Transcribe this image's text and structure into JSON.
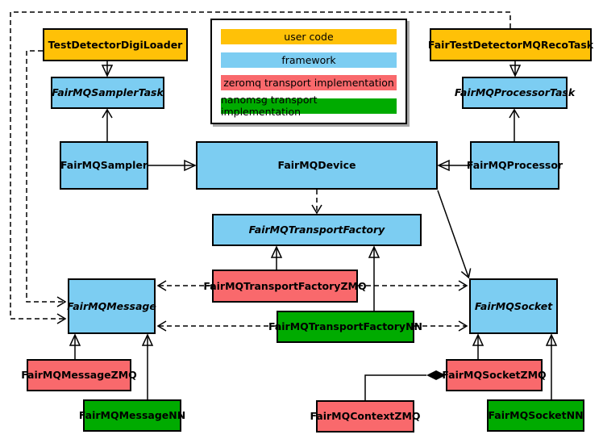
{
  "palette": {
    "user_code": "#FFC107",
    "framework": "#7CCDF2",
    "zeromq": "#F9696C",
    "nanomsg": "#00AB00",
    "line": "#000000",
    "canvas_background": "#FFFFFF"
  },
  "legend": {
    "items": [
      {
        "label": "user code",
        "layer": "user_code"
      },
      {
        "label": "framework",
        "layer": "framework"
      },
      {
        "label": "zeromq transport implementation",
        "layer": "zeromq"
      },
      {
        "label": "nanomsg transport implementation",
        "layer": "nanomsg"
      }
    ]
  },
  "nodes": {
    "digiloader": {
      "label": "TestDetectorDigiLoader",
      "layer": "user_code",
      "abstract": false
    },
    "recotask": {
      "label": "FairTestDetectorMQRecoTask",
      "layer": "user_code",
      "abstract": false
    },
    "samplertask": {
      "label": "FairMQSamplerTask",
      "layer": "framework",
      "abstract": true
    },
    "processortask": {
      "label": "FairMQProcessorTask",
      "layer": "framework",
      "abstract": true
    },
    "sampler": {
      "label": "FairMQSampler",
      "layer": "framework",
      "abstract": false
    },
    "device": {
      "label": "FairMQDevice",
      "layer": "framework",
      "abstract": false
    },
    "processor": {
      "label": "FairMQProcessor",
      "layer": "framework",
      "abstract": false
    },
    "factory": {
      "label": "FairMQTransportFactory",
      "layer": "framework",
      "abstract": true
    },
    "factoryzmq": {
      "label": "FairMQTransportFactoryZMQ",
      "layer": "zeromq",
      "abstract": false
    },
    "factorynn": {
      "label": "FairMQTransportFactoryNN",
      "layer": "nanomsg",
      "abstract": false
    },
    "message": {
      "label": "FairMQMessage",
      "layer": "framework",
      "abstract": true
    },
    "socket": {
      "label": "FairMQSocket",
      "layer": "framework",
      "abstract": true
    },
    "messagezmq": {
      "label": "FairMQMessageZMQ",
      "layer": "zeromq",
      "abstract": false
    },
    "messagenn": {
      "label": "FairMQMessageNN",
      "layer": "nanomsg",
      "abstract": false
    },
    "contextzmq": {
      "label": "FairMQContextZMQ",
      "layer": "zeromq",
      "abstract": false
    },
    "socketzmq": {
      "label": "FairMQSocketZMQ",
      "layer": "zeromq",
      "abstract": false
    },
    "socketnn": {
      "label": "FairMQSocketNN",
      "layer": "nanomsg",
      "abstract": false
    }
  },
  "edges": [
    {
      "from": "TestDetectorDigiLoader",
      "to": "FairMQSamplerTask",
      "type": "inheritance-hollow-triangle"
    },
    {
      "from": "FairTestDetectorMQRecoTask",
      "to": "FairMQProcessorTask",
      "type": "inheritance-hollow-triangle"
    },
    {
      "from": "FairMQSampler",
      "to": "FairMQSamplerTask",
      "type": "association-open-arrow"
    },
    {
      "from": "FairMQProcessor",
      "to": "FairMQProcessorTask",
      "type": "association-open-arrow"
    },
    {
      "from": "FairMQSampler",
      "to": "FairMQDevice",
      "type": "inheritance-hollow-triangle"
    },
    {
      "from": "FairMQProcessor",
      "to": "FairMQDevice",
      "type": "inheritance-hollow-triangle"
    },
    {
      "from": "FairMQDevice",
      "to": "FairMQTransportFactory",
      "type": "dashed-dependency"
    },
    {
      "from": "FairMQDevice",
      "to": "FairMQSocket",
      "type": "association-open-arrow"
    },
    {
      "from": "FairMQTransportFactoryZMQ",
      "to": "FairMQTransportFactory",
      "type": "inheritance-hollow-triangle"
    },
    {
      "from": "FairMQTransportFactoryNN",
      "to": "FairMQTransportFactory",
      "type": "inheritance-hollow-triangle"
    },
    {
      "from": "FairMQTransportFactoryZMQ",
      "to": "FairMQMessage",
      "type": "dashed-dependency"
    },
    {
      "from": "FairMQTransportFactoryZMQ",
      "to": "FairMQSocket",
      "type": "dashed-dependency"
    },
    {
      "from": "FairMQTransportFactoryNN",
      "to": "FairMQMessage",
      "type": "dashed-dependency"
    },
    {
      "from": "FairMQTransportFactoryNN",
      "to": "FairMQSocket",
      "type": "dashed-dependency"
    },
    {
      "from": "TestDetectorDigiLoader",
      "to": "FairMQMessage",
      "type": "dashed-dependency"
    },
    {
      "from": "FairTestDetectorMQRecoTask",
      "to": "FairMQMessage",
      "type": "dashed-dependency"
    },
    {
      "from": "FairMQMessageZMQ",
      "to": "FairMQMessage",
      "type": "inheritance-hollow-triangle"
    },
    {
      "from": "FairMQMessageNN",
      "to": "FairMQMessage",
      "type": "inheritance-hollow-triangle"
    },
    {
      "from": "FairMQSocketZMQ",
      "to": "FairMQSocket",
      "type": "inheritance-hollow-triangle"
    },
    {
      "from": "FairMQSocketNN",
      "to": "FairMQSocket",
      "type": "inheritance-hollow-triangle"
    },
    {
      "from": "FairMQContextZMQ",
      "to": "FairMQSocketZMQ",
      "type": "composition-filled-diamond"
    }
  ]
}
